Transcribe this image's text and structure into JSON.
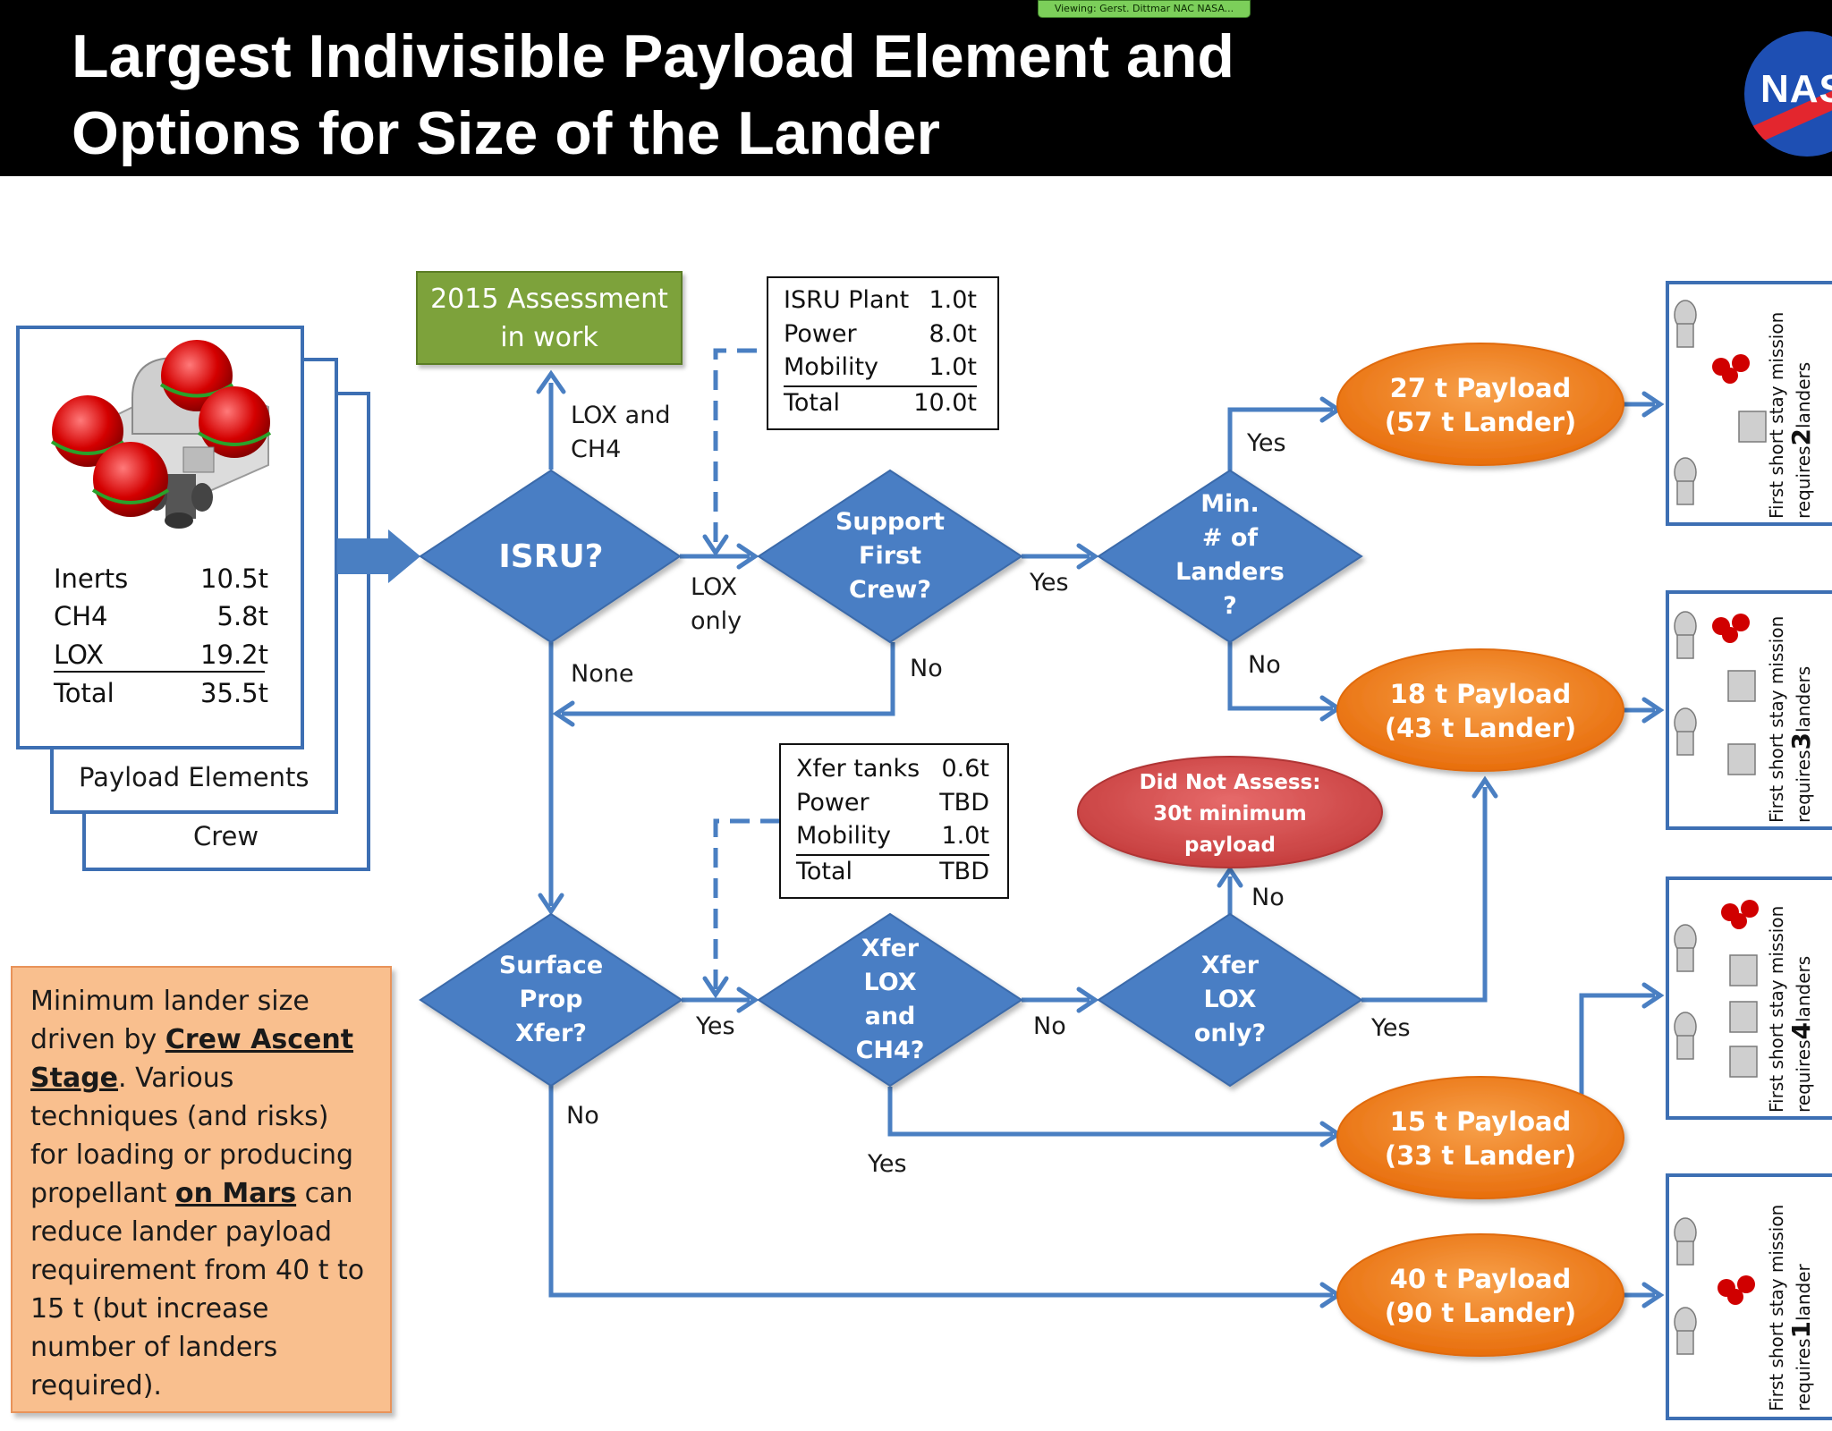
{
  "header": {
    "title_line1": "Largest Indivisible Payload Element and",
    "title_line2": "Options for Size of the Lander",
    "viewing_badge": "Viewing: Gerst. Dittmar NAC NASA...",
    "logo_text": "NASA"
  },
  "payload_stack": {
    "rows": [
      {
        "label": "Inerts",
        "value": "10.5t"
      },
      {
        "label": "CH4",
        "value": "5.8t"
      },
      {
        "label": "LOX",
        "value": "19.2t"
      },
      {
        "label": "Total",
        "value": "35.5t"
      }
    ],
    "back_card_label_1": "Payload Elements",
    "back_card_label_2": "Crew"
  },
  "assessment_box": {
    "line1": "2015 Assessment",
    "line2": "in work"
  },
  "isru_table": {
    "rows": [
      {
        "label": "ISRU Plant",
        "value": "1.0t"
      },
      {
        "label": "Power",
        "value": "8.0t"
      },
      {
        "label": "Mobility",
        "value": "1.0t"
      },
      {
        "label": "Total",
        "value": "10.0t"
      }
    ]
  },
  "xfer_table": {
    "rows": [
      {
        "label": "Xfer tanks",
        "value": "0.6t"
      },
      {
        "label": "Power",
        "value": "TBD"
      },
      {
        "label": "Mobility",
        "value": "1.0t"
      },
      {
        "label": "Total",
        "value": "TBD"
      }
    ]
  },
  "decisions": {
    "isru": "ISRU?",
    "support_crew": "Support\nFirst\nCrew?",
    "min_landers": "Min.\n# of\nLanders\n?",
    "surface_prop": "Surface\nProp\nXfer?",
    "xfer_lox_ch4": "Xfer\nLOX\nand\nCH4?",
    "xfer_lox_only": "Xfer\nLOX\nonly?"
  },
  "outcomes": {
    "p27": "27 t Payload\n(57 t Lander)",
    "p18": "18 t Payload\n(43 t Lander)",
    "p15": "15 t Payload\n(33 t Lander)",
    "p40": "40 t Payload\n(90 t Lander)",
    "not_assessed": "Did Not Assess:\n30t minimum\npayload"
  },
  "edge_labels": {
    "lox_ch4": "LOX and\nCH4",
    "lox_only": "LOX\nonly",
    "none": "None",
    "yes_support": "Yes",
    "no_support": "No",
    "yes_min": "Yes",
    "no_min": "No",
    "yes_surface": "Yes",
    "no_surface": "No",
    "no_xfer_both": "No",
    "yes_xfer_both": "Yes",
    "no_lox_only": "No",
    "yes_lox_only": "Yes"
  },
  "mission_cards": [
    {
      "line1": "First short stay mission",
      "prefix": "requires",
      "count": "2",
      "suffix": "landers"
    },
    {
      "line1": "First short stay mission",
      "prefix": "requires",
      "count": "3",
      "suffix": "landers"
    },
    {
      "line1": "First short stay mission",
      "prefix": "requires",
      "count": "4",
      "suffix": "landers"
    },
    {
      "line1": "First short stay mission",
      "prefix": "requires",
      "count": "1",
      "suffix": "lander"
    }
  ],
  "note": {
    "t1": "Minimum  lander size driven by ",
    "t2": "Crew Ascent Stage",
    "t3": ".  Various techniques (and risks) for loading or producing propellant ",
    "t4": "on Mars",
    "t5": " can reduce lander payload requirement from 40 t to 15 t (but increase number  of landers required)."
  },
  "colors": {
    "diamond": "#4a7ec4",
    "arrow": "#4a7fc2",
    "outcome": "#f07a14",
    "not_assessed": "#d84a4a",
    "assess": "#7da23b",
    "note": "#f9bf8e"
  }
}
